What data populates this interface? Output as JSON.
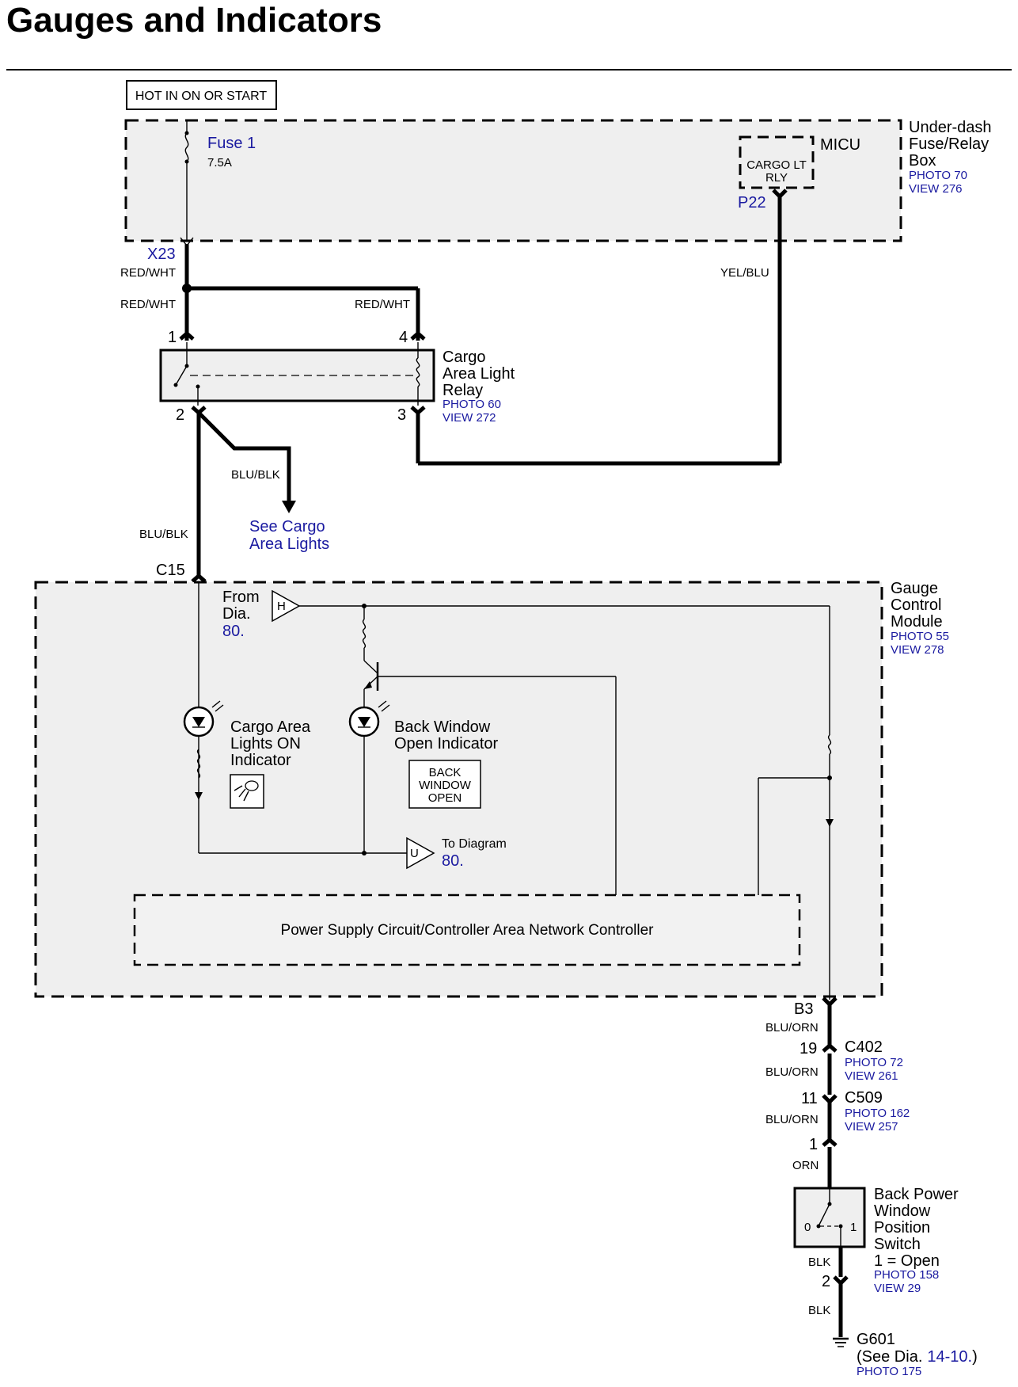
{
  "title": "Gauges and Indicators",
  "power": {
    "label": "HOT IN ON OR START"
  },
  "fuse_box": {
    "fuse_name": "Fuse 1",
    "fuse_rating": "7.5A",
    "micu": "MICU",
    "relay_line1": "CARGO LT",
    "relay_line2": "RLY",
    "pin_out": "P22",
    "name_line1": "Under-dash",
    "name_line2": "Fuse/Relay",
    "name_line3": "Box",
    "photo": "PHOTO 70",
    "view": "VIEW 276"
  },
  "connectors": {
    "x23": "X23",
    "c15": "C15",
    "b3": "B3",
    "c402": "C402",
    "c402_photo": "PHOTO 72",
    "c402_view": "VIEW 261",
    "c402_pin": "19",
    "c509": "C509",
    "c509_photo": "PHOTO 162",
    "c509_view": "VIEW 257",
    "c509_pin": "11"
  },
  "wires": {
    "red_wht_1": "RED/WHT",
    "red_wht_2": "RED/WHT",
    "red_wht_3": "RED/WHT",
    "yel_blu": "YEL/BLU",
    "blu_blk_1": "BLU/BLK",
    "blu_blk_2": "BLU/BLK",
    "blu_orn_1": "BLU/ORN",
    "blu_orn_2": "BLU/ORN",
    "blu_orn_3": "BLU/ORN",
    "orn": "ORN",
    "blk_1": "BLK",
    "blk_2": "BLK"
  },
  "relay": {
    "pin1": "1",
    "pin2": "2",
    "pin3": "3",
    "pin4": "4",
    "name_line1": "Cargo",
    "name_line2": "Area Light",
    "name_line3": "Relay",
    "photo": "PHOTO 60",
    "view": "VIEW 272"
  },
  "see_cargo": {
    "line1": "See Cargo",
    "line2": "Area Lights"
  },
  "gauge": {
    "from_line1": "From",
    "from_line2": "Dia.",
    "from_num": "80.",
    "h_label": "H",
    "u_label": "U",
    "to_line1": "To Diagram",
    "to_num": "80.",
    "cargo_ind_line1": "Cargo Area",
    "cargo_ind_line2": "Lights ON",
    "cargo_ind_line3": "Indicator",
    "back_ind_line1": "Back Window",
    "back_ind_line2": "Open Indicator",
    "back_box_line1": "BACK",
    "back_box_line2": "WINDOW",
    "back_box_line3": "OPEN",
    "controller": "Power Supply Circuit/Controller Area Network Controller",
    "name_line1": "Gauge",
    "name_line2": "Control",
    "name_line3": "Module",
    "photo": "PHOTO 55",
    "view": "VIEW 278"
  },
  "switch": {
    "pin_top": "1",
    "pin_bottom": "2",
    "pos0": "0",
    "pos1": "1",
    "name_line1": "Back Power",
    "name_line2": "Window",
    "name_line3": "Position",
    "name_line4": "Switch",
    "name_line5": "1 = Open",
    "photo": "PHOTO 158",
    "view": "VIEW 29"
  },
  "ground": {
    "name": "G601",
    "see_prefix": "(See Dia.",
    "see_num": "14-10.",
    "see_suffix": ")",
    "photo": "PHOTO 175"
  }
}
